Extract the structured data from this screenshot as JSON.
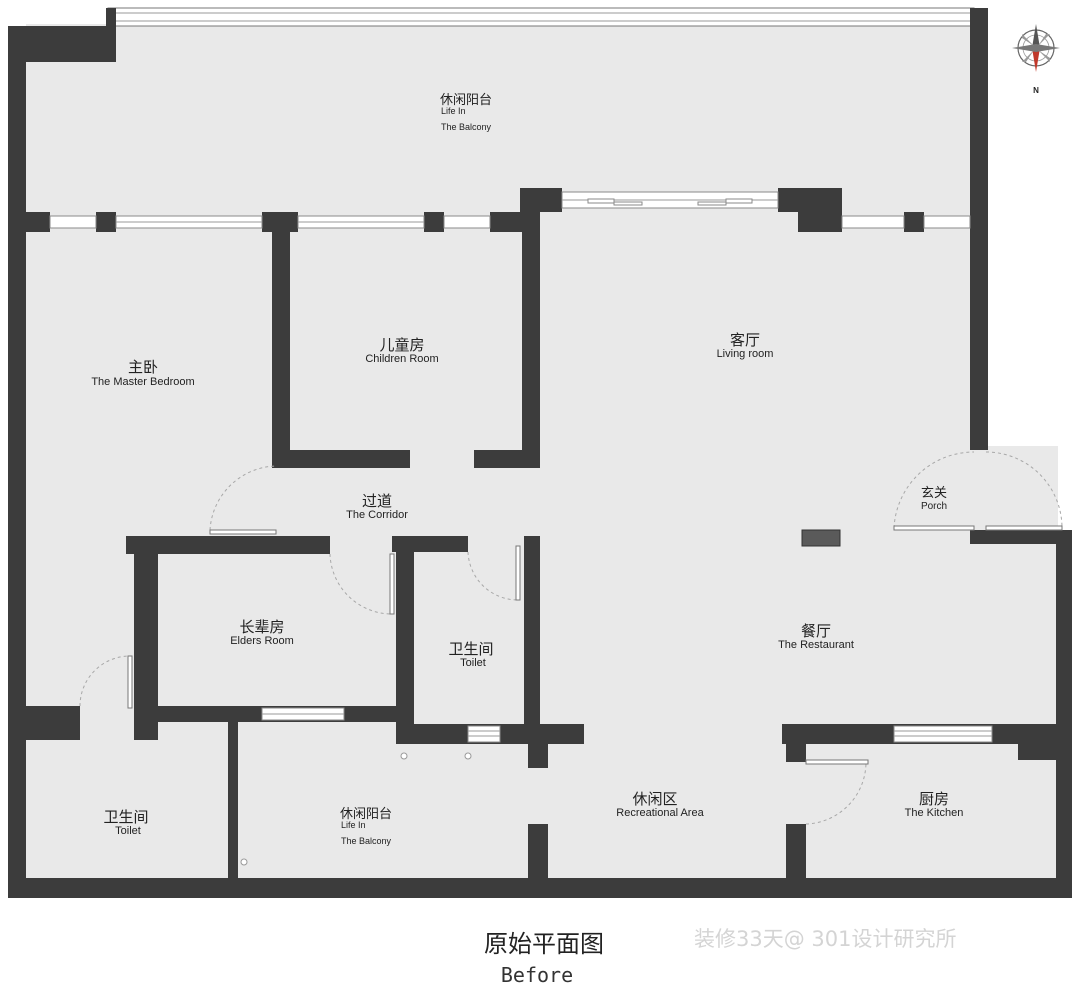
{
  "rooms": {
    "balcony_top": {
      "zh": "休闲阳台",
      "en1": "Life In",
      "en2": "The Balcony"
    },
    "living": {
      "zh": "客厅",
      "en": "Living room"
    },
    "children": {
      "zh": "儿童房",
      "en": "Children Room"
    },
    "master": {
      "zh": "主卧",
      "en": "The Master Bedroom"
    },
    "corridor": {
      "zh": "过道",
      "en": "The Corridor"
    },
    "porch": {
      "zh": "玄关",
      "en": "Porch"
    },
    "elders": {
      "zh": "长辈房",
      "en": "Elders Room"
    },
    "toilet_mid": {
      "zh": "卫生间",
      "en": "Toilet"
    },
    "restaurant": {
      "zh": "餐厅",
      "en": "The Restaurant"
    },
    "toilet_left": {
      "zh": "卫生间",
      "en": "Toilet"
    },
    "balcony_bottom": {
      "zh": "休闲阳台",
      "en1": "Life In",
      "en2": "The Balcony"
    },
    "recreational": {
      "zh": "休闲区",
      "en": "Recreational Area"
    },
    "kitchen": {
      "zh": "厨房",
      "en": "The Kitchen"
    }
  },
  "compass": {
    "north_label": "N"
  },
  "caption": {
    "zh": "原始平面图",
    "en": "Before"
  },
  "watermark": {
    "text": "装修33天@ 301设计研究所"
  },
  "colors": {
    "wall": "#3c3c3c",
    "floor": "#e9e9e9",
    "background": "#ffffff",
    "compass_accent": "#c0392b"
  }
}
